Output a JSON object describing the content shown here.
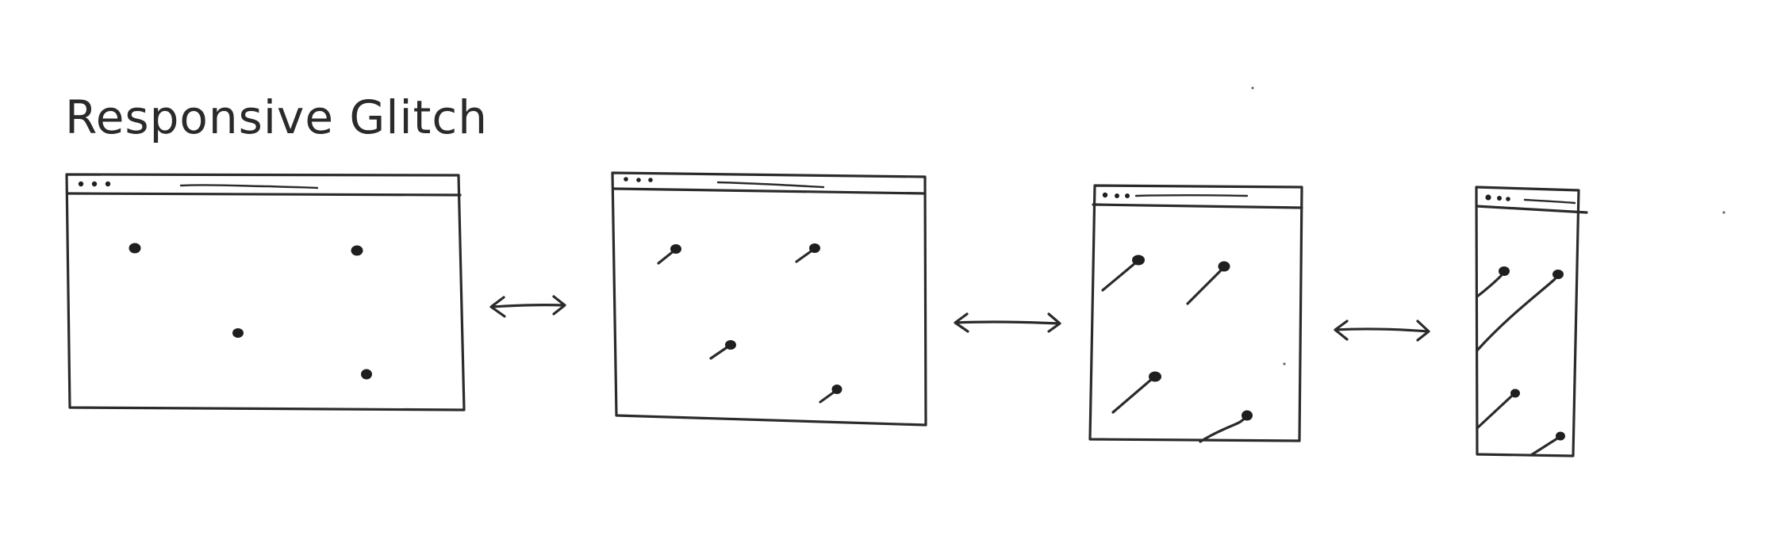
{
  "title": "Responsive Glitch",
  "frames": [
    {
      "id": "frame-1",
      "dots": 4,
      "trail": "none"
    },
    {
      "id": "frame-2",
      "dots": 4,
      "trail": "short"
    },
    {
      "id": "frame-3",
      "dots": 4,
      "trail": "medium"
    },
    {
      "id": "frame-4",
      "dots": 4,
      "trail": "long"
    }
  ],
  "connectors": [
    "double-arrow",
    "double-arrow",
    "double-arrow"
  ],
  "colors": {
    "ink": "#2b2b2b",
    "background": "#ffffff"
  }
}
